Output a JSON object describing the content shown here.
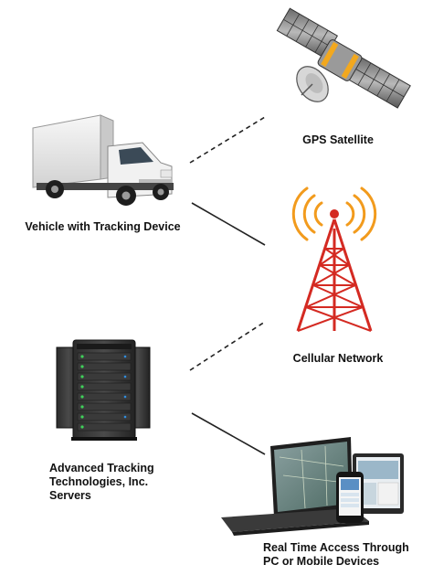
{
  "diagram": {
    "nodes": {
      "vehicle": {
        "label": "Vehicle with Tracking Device",
        "icon": "truck-icon"
      },
      "satellite": {
        "label": "GPS Satellite",
        "icon": "satellite-icon"
      },
      "cellular": {
        "label": "Cellular Network",
        "icon": "cell-tower-icon"
      },
      "servers": {
        "label_lines": [
          "Advanced Tracking",
          "Technologies, Inc.",
          "Servers"
        ],
        "icon": "server-rack-icon"
      },
      "devices": {
        "label_lines": [
          "Real Time Access Through",
          "PC or Mobile Devices"
        ],
        "icon": "devices-icon"
      }
    },
    "connections": [
      {
        "from": "vehicle",
        "to": "satellite",
        "style": "dashed"
      },
      {
        "from": "vehicle",
        "to": "cellular",
        "style": "solid"
      },
      {
        "from": "servers",
        "to": "cellular",
        "style": "dashed"
      },
      {
        "from": "servers",
        "to": "devices",
        "style": "solid"
      }
    ],
    "colors": {
      "tower_red": "#d42a22",
      "signal_orange": "#f29b1d",
      "satellite_gold": "#f2a81e",
      "line": "#222222"
    }
  }
}
